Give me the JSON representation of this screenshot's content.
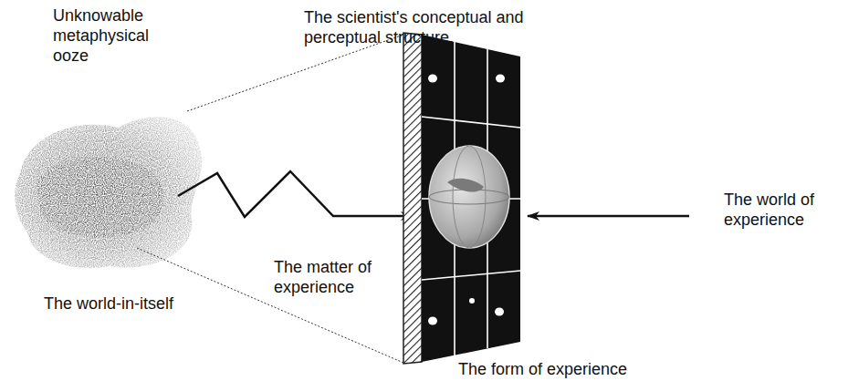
{
  "diagram": {
    "labels": [
      "Unknowable metaphysical ooze",
      "The scientist's conceptual and perceptual structure.",
      "The world of experience",
      "The matter of experience",
      "The world-in-itself",
      "The form of experience"
    ]
  }
}
